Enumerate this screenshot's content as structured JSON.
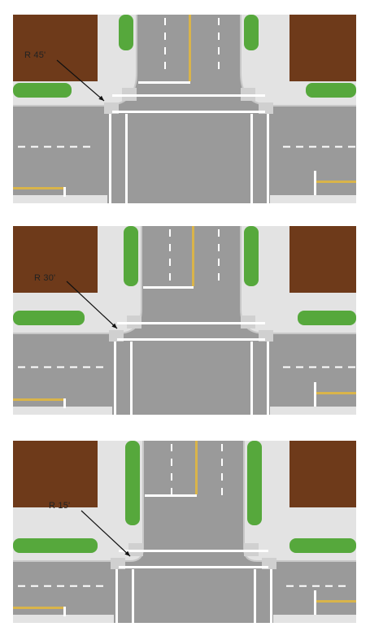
{
  "colors": {
    "building": "#6e3a1a",
    "sidewalk": "#e3e3e3",
    "road": "#9a9a9a",
    "planting": "#56a83c",
    "marking_white": "#ffffff",
    "marking_yellow": "#d9b44a",
    "background": "#ffffff"
  },
  "panels": [
    {
      "label": "R 45'",
      "corner_radius_ft": 45
    },
    {
      "label": "R 30'",
      "corner_radius_ft": 30
    },
    {
      "label": "R 15'",
      "corner_radius_ft": 15
    }
  ]
}
